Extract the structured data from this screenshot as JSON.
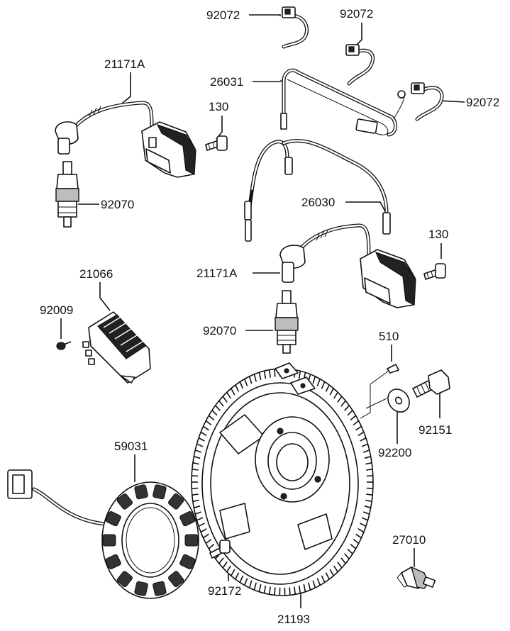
{
  "parts": [
    {
      "key": "connector_top_left",
      "label": "92072"
    },
    {
      "key": "connector_top_right",
      "label": "92072"
    },
    {
      "key": "connector_right",
      "label": "92072"
    },
    {
      "key": "coil_upper",
      "label": "21171A"
    },
    {
      "key": "bolt_upper",
      "label": "130"
    },
    {
      "key": "harness_upper",
      "label": "26031"
    },
    {
      "key": "plug_upper",
      "label": "92070"
    },
    {
      "key": "harness_lower",
      "label": "26030"
    },
    {
      "key": "bolt_lower",
      "label": "130"
    },
    {
      "key": "coil_lower",
      "label": "21171A"
    },
    {
      "key": "regulator",
      "label": "21066"
    },
    {
      "key": "regulator_screw",
      "label": "92009"
    },
    {
      "key": "plug_lower",
      "label": "92070"
    },
    {
      "key": "key",
      "label": "510"
    },
    {
      "key": "flywheel_bolt",
      "label": "92151"
    },
    {
      "key": "washer",
      "label": "92200"
    },
    {
      "key": "stator",
      "label": "59031"
    },
    {
      "key": "stator_screw",
      "label": "92172"
    },
    {
      "key": "flywheel",
      "label": "21193"
    },
    {
      "key": "sensor",
      "label": "27010"
    }
  ]
}
